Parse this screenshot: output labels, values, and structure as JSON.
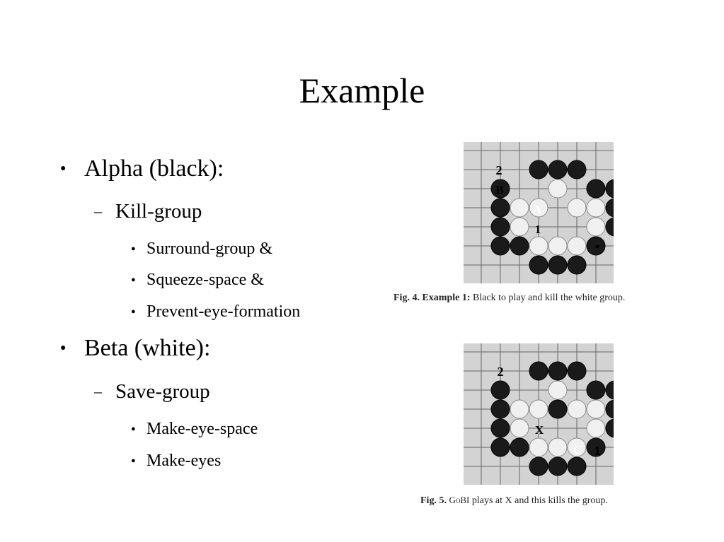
{
  "title": "Example",
  "bullets": [
    {
      "level": 1,
      "text": "Alpha (black):"
    },
    {
      "level": 2,
      "text": "Kill-group"
    },
    {
      "level": 3,
      "text": "Surround-group &"
    },
    {
      "level": 3,
      "text": "Squeeze-space &"
    },
    {
      "level": 3,
      "text": "Prevent-eye-formation"
    },
    {
      "level": 1,
      "text": "Beta (white):"
    },
    {
      "level": 2,
      "text": "Save-group"
    },
    {
      "level": 3,
      "text": "Make-eye-space"
    },
    {
      "level": 3,
      "text": "Make-eyes"
    }
  ],
  "markers": {
    "level1": "●",
    "level2": "–",
    "level3": "●"
  },
  "figures": [
    {
      "caption_label": "Fig. 4.",
      "caption_prefix": "Example 1:",
      "caption_text": "Black to play and kill the white group.",
      "board_labels": [
        "2",
        "B",
        "A",
        "1"
      ]
    },
    {
      "caption_label": "Fig. 5.",
      "caption_smallcaps": "GoBI",
      "caption_text": "plays at X and this kills the group.",
      "board_labels": [
        "2",
        "X",
        "C",
        "1"
      ]
    }
  ],
  "colors": {
    "board_background": "#d3d3d3",
    "grid": "#666666",
    "black_stone": "#1a1a1a",
    "white_stone": "#f0f0f0"
  }
}
